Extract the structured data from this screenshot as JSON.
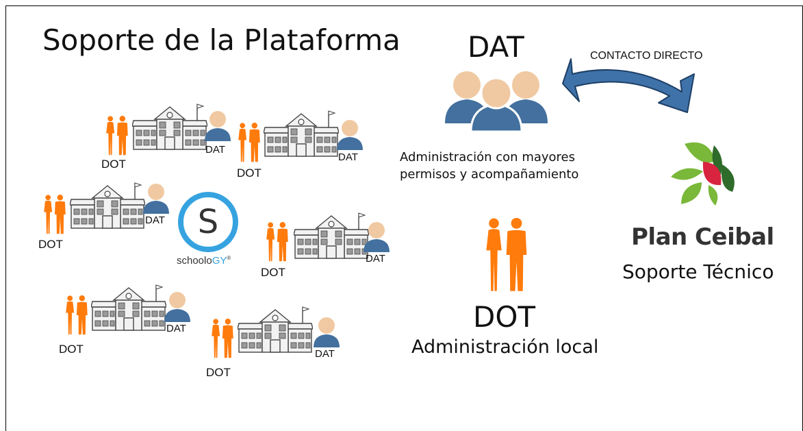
{
  "title": "Soporte de la Plataforma",
  "dat_section": {
    "heading": "DAT",
    "description": "Administración con mayores permisos y acompañamiento"
  },
  "contact_label": "CONTACTO DIRECTO",
  "dot_section": {
    "heading": "DOT",
    "description": "Administración local"
  },
  "brand": {
    "name": "Plan Ceibal",
    "subtitle": "Soporte Técnico"
  },
  "platform": {
    "word_start": "schoolo",
    "word_accent": "GY",
    "tm": "®"
  },
  "school_groups": [
    {
      "dot_label": "DOT",
      "dat_label": "DAT"
    },
    {
      "dot_label": "DOT",
      "dat_label": "DAT"
    },
    {
      "dot_label": "DOT",
      "dat_label": "DAT"
    },
    {
      "dot_label": "DOT",
      "dat_label": "DAT"
    },
    {
      "dot_label": "DOT",
      "dat_label": "DAT"
    },
    {
      "dot_label": "DOT",
      "dat_label": "DAT"
    }
  ],
  "colors": {
    "dot_orange": "#ff7b0c",
    "dat_head": "#f0c9a2",
    "dat_body": "#43709e",
    "arrow_blue": "#3f72a8",
    "schoology_blue": "#36a3e0",
    "ceibal_green": "#7ab83a",
    "ceibal_dark": "#2f6b2a",
    "ceibal_red": "#d8243f"
  },
  "icons": {
    "school": "school-building-icon",
    "dot_people": "dot-people-icon",
    "dat_person": "dat-person-icon",
    "dat_group": "dat-group-icon",
    "arrow": "double-arrow-icon",
    "platform_logo": "schoology-logo",
    "brand_logo": "plan-ceibal-logo"
  }
}
